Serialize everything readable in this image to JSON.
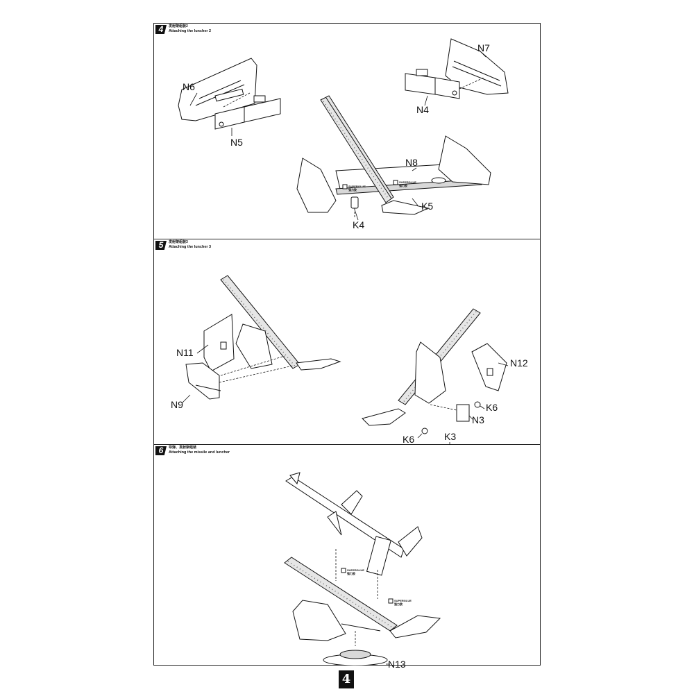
{
  "steps": [
    {
      "number": "4",
      "title_cn": "发射架组装2",
      "title_en": "Attaching the luncher 2",
      "labels": {
        "n6": "N6",
        "n5": "N5",
        "n7": "N7",
        "n4": "N4",
        "n8": "N8",
        "k5": "K5",
        "k4": "K4"
      }
    },
    {
      "number": "5",
      "title_cn": "发射架组装3",
      "title_en": "Attaching the luncher 3",
      "labels": {
        "n11": "N11",
        "n9": "N9",
        "n12": "N12",
        "k6a": "K6",
        "n3": "N3",
        "k6b": "K6",
        "k3": "K3"
      }
    },
    {
      "number": "6",
      "title_cn": "导弹、发射架组装",
      "title_en": "Attaching the missile and luncher",
      "labels": {
        "n13": "N13"
      }
    }
  ],
  "glue_mark": {
    "en": "SUPERGLUE",
    "cn": "强力胶"
  },
  "page_number": "4"
}
